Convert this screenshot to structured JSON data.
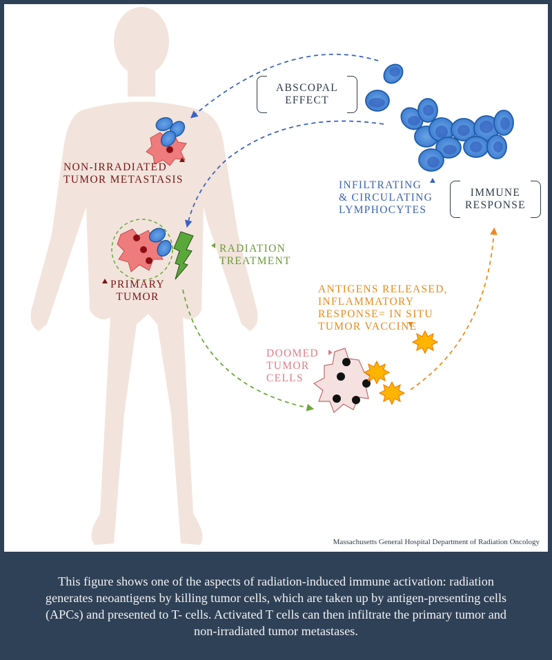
{
  "figure": {
    "labels": {
      "abscopal_effect": "ABSCOPAL\nEFFECT",
      "immune_response": "IMMUNE\nRESPONSE",
      "non_irradiated_metastasis": "NON-IRRADIATED\nTUMOR METASTASIS",
      "primary_tumor": "PRIMARY\nTUMOR",
      "radiation_treatment": "RADIATION\nTREATMENT",
      "lymphocytes": "INFILTRATING\n& CIRCULATING\nLYMPHOCYTES",
      "antigens_released": "ANTIGENS RELEASED,\nINFLAMMATORY\nRESPONSE= IN SITU\nTUMOR VACCINE",
      "doomed_cells": "DOOMED\nTUMOR\nCELLS"
    },
    "credit": "Massachusetts General Hospital Department of Radiation Oncology",
    "colors": {
      "body": "#f2e4dc",
      "tumor": "#ef7c7c",
      "tumor_nucleus": "#8a0e14",
      "lymphocyte": "#4a8ad6",
      "lymphocyte_nucleus": "#2a5ab8",
      "blue_arrow": "#3a62c0",
      "green_arrow": "#6aa83a",
      "orange_arrow": "#f08a1a",
      "lightning": "#5aa83a",
      "antigen": "#ffb400",
      "caption_bg": "#2f4156"
    }
  },
  "caption": "This figure shows one of the aspects of radiation-induced immune activation: radiation generates neoantigens by killing tumor cells, which are taken up by antigen-presenting cells (APCs) and presented to T- cells. Activated T cells can then infiltrate the primary tumor and non-irradiated tumor metastases."
}
